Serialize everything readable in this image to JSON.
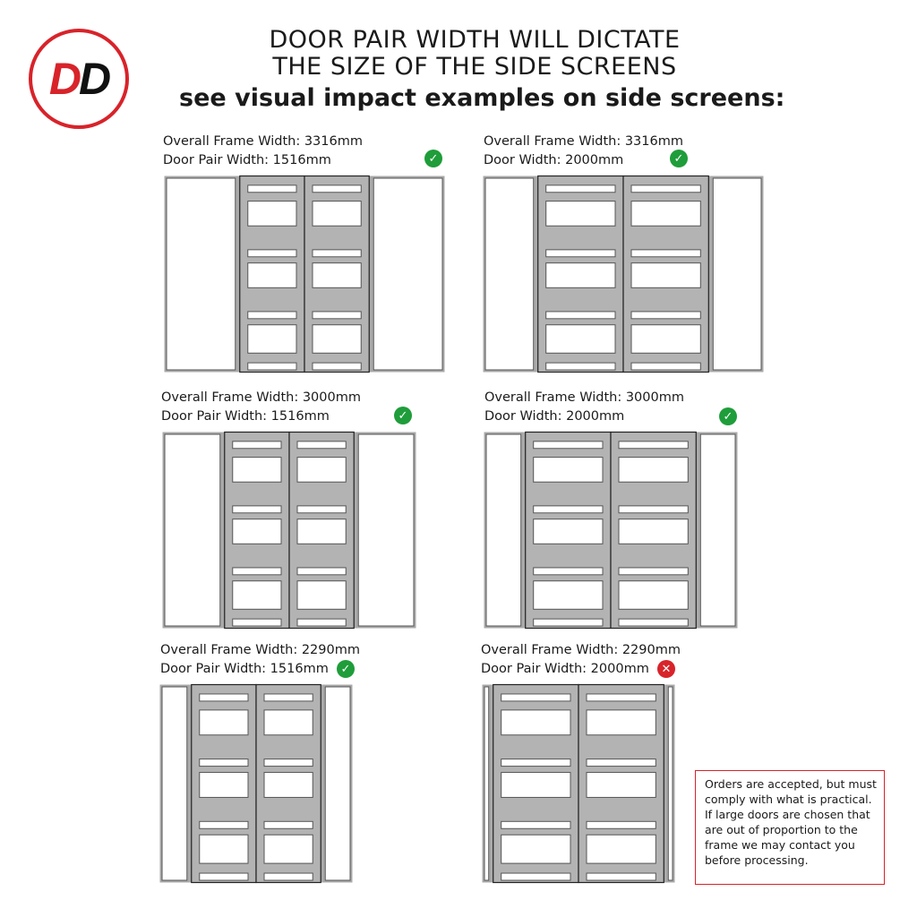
{
  "logo": {
    "letter1": "D",
    "letter2": "D",
    "brand_red": "#d8232a"
  },
  "heading": {
    "line1": "DOOR PAIR WIDTH WILL DICTATE",
    "line2": "THE SIZE OF THE SIDE SCREENS",
    "line3": "see visual impact examples on side screens:"
  },
  "examples": [
    {
      "frame_label": "Overall Frame Width: 3316mm",
      "door_label": "Door Pair Width: 1516mm",
      "status": "ok",
      "frame_mm": 3316,
      "door_mm": 1516
    },
    {
      "frame_label": "Overall Frame Width: 3316mm",
      "door_label": "Door Width: 2000mm",
      "status": "ok",
      "frame_mm": 3316,
      "door_mm": 2000
    },
    {
      "frame_label": "Overall Frame Width: 3000mm",
      "door_label": "Door Pair Width: 1516mm",
      "status": "ok",
      "frame_mm": 3000,
      "door_mm": 1516
    },
    {
      "frame_label": "Overall Frame Width: 3000mm",
      "door_label": "Door Width: 2000mm",
      "status": "ok",
      "frame_mm": 3000,
      "door_mm": 2000
    },
    {
      "frame_label": "Overall Frame Width: 2290mm",
      "door_label": "Door Pair Width: 1516mm",
      "status": "ok",
      "frame_mm": 2290,
      "door_mm": 1516
    },
    {
      "frame_label": "Overall Frame Width: 2290mm",
      "door_label": "Door Pair Width: 2000mm",
      "status": "bad",
      "frame_mm": 2290,
      "door_mm": 2000
    }
  ],
  "icons": {
    "ok": "✓",
    "bad": "✕",
    "ok_name": "check-circle-icon",
    "bad_name": "cross-circle-icon"
  },
  "colors": {
    "ok": "#1f9d3a",
    "bad": "#d8232a",
    "frame_gray": "#a9a9a9",
    "door_gray": "#b3b3b3"
  },
  "notice": {
    "lines": [
      "Orders are accepted, but must",
      "comply with what is practical.",
      "If large doors are chosen that",
      "are out of proportion to the",
      "frame we may contact you",
      "before processing."
    ]
  }
}
